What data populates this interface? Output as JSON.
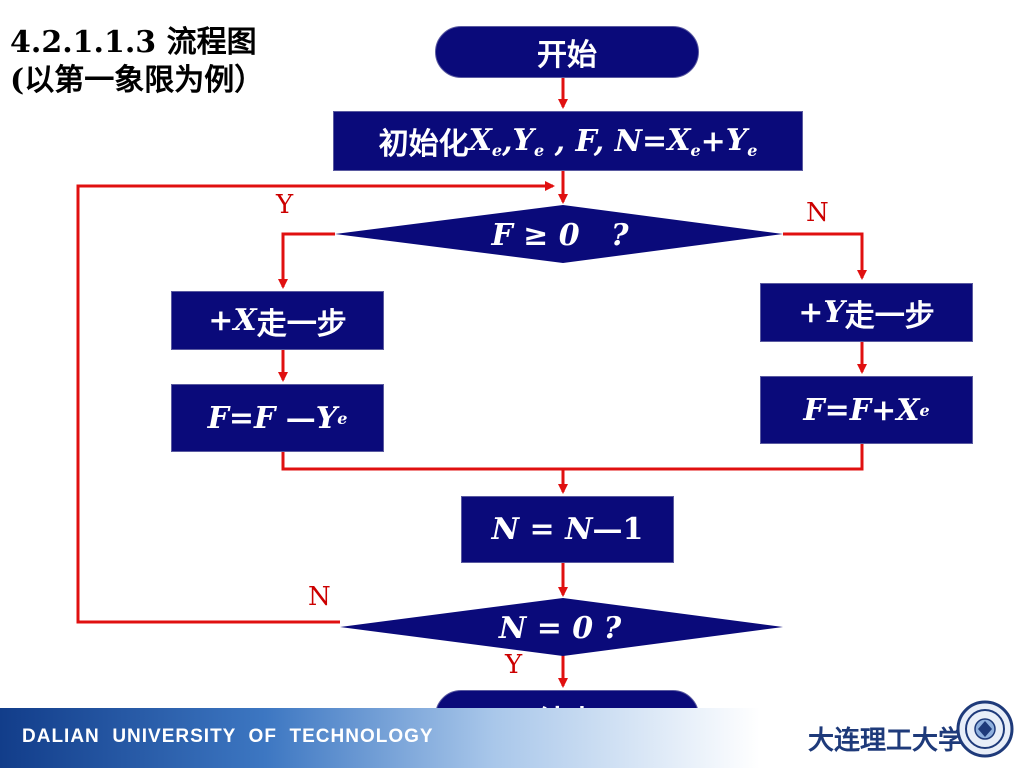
{
  "title": {
    "line1": "4.2.1.1.3  流程图",
    "line2": "(以第一象限为例）"
  },
  "flowchart": {
    "start": "开始",
    "init": {
      "prefix": "初始化",
      "formula_parts": [
        "X",
        "e",
        ", ",
        "Y",
        "e",
        " , F, N=",
        "X",
        "e",
        "+",
        "Y",
        "e"
      ]
    },
    "decision1": "F ≥ 0   ?",
    "left_step": {
      "prefix": "+",
      "var": "X",
      "suffix": "走一步"
    },
    "left_update": {
      "lhs": "F=F ",
      "op": "—",
      "var": "Y",
      "sub": "e"
    },
    "right_step": {
      "prefix": "+",
      "var": "Y",
      "suffix": "走一步"
    },
    "right_update": {
      "lhs": "F=F+",
      "var": "X",
      "sub": "e"
    },
    "decrement": {
      "text": "N = N",
      "op": "—",
      "num": "1"
    },
    "decision2": "N = 0 ?",
    "end": "结束",
    "labels": {
      "d1_yes": "Y",
      "d1_no": "N",
      "d2_no": "N",
      "d2_yes": "Y"
    }
  },
  "footer": {
    "university_en": "DALIAN  UNIVERSITY  OF  TECHNOLOGY",
    "university_zh": "大连理工大学"
  },
  "colors": {
    "box_fill": "#0a0a7a",
    "arrow": "#e01010",
    "label": "#cc0000"
  }
}
